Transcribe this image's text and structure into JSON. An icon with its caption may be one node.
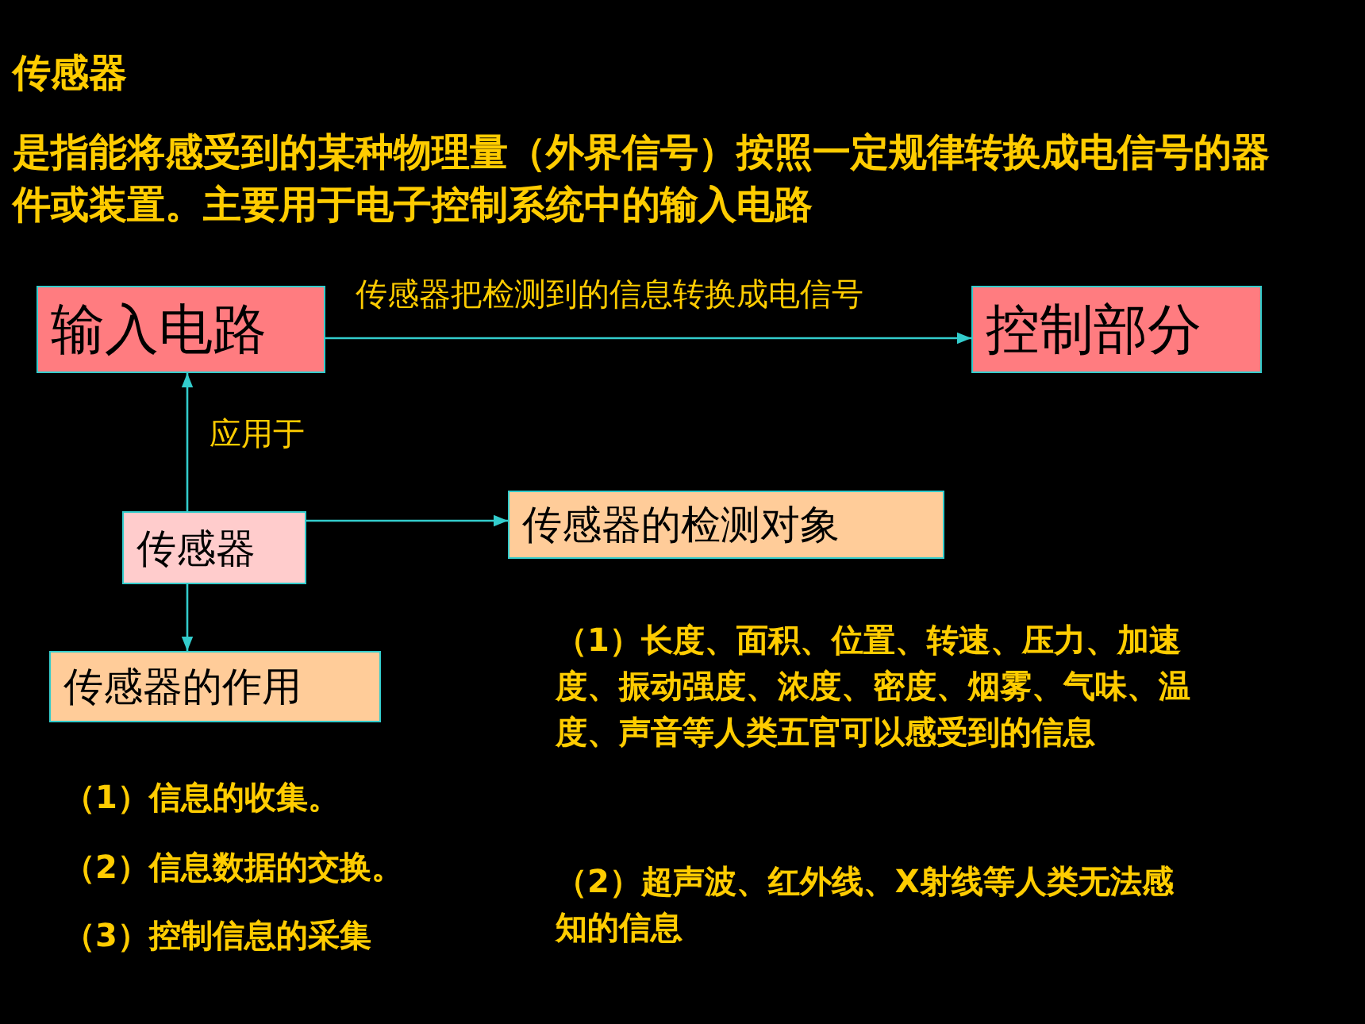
{
  "diagram": {
    "title": "传感器",
    "nodes": [
      {
        "text": [
          "输入电路"
        ]
      },
      {
        "text": [
          "控制部分"
        ]
      },
      {
        "text": [
          "传感器"
        ]
      },
      {
        "text": [
          "传感器的检测对象"
        ]
      },
      {
        "text": [
          "传感器的作用"
        ]
      }
    ],
    "edges": [
      {
        "from": 0,
        "to": 1,
        "arrow": "to",
        "label": "传感器把检测到的信息转换成电信号"
      },
      {
        "from": 2,
        "to": 0,
        "arrow": "to",
        "label": "应用于"
      },
      {
        "from": 2,
        "to": 3,
        "arrow": "to"
      },
      {
        "from": 2,
        "to": 4,
        "arrow": "to"
      }
    ],
    "labels": [
      "是指能将感受到的某种物理量（外界信号）按照一定规律转换成电信号的器件或装置。主要用于电子控制系统中的输入电路",
      "（1）信息的收集。",
      "（2）信息数据的交换。",
      "（3）控制信息的采集",
      "（1）长度、面积、位置、转速、压力、加速度、振动强度、浓度、密度、烟雾、气味、温度、声音等人类五官可以感受到的信息",
      "（2）超声波、红外线、X射线等人类无法感知的信息"
    ]
  }
}
